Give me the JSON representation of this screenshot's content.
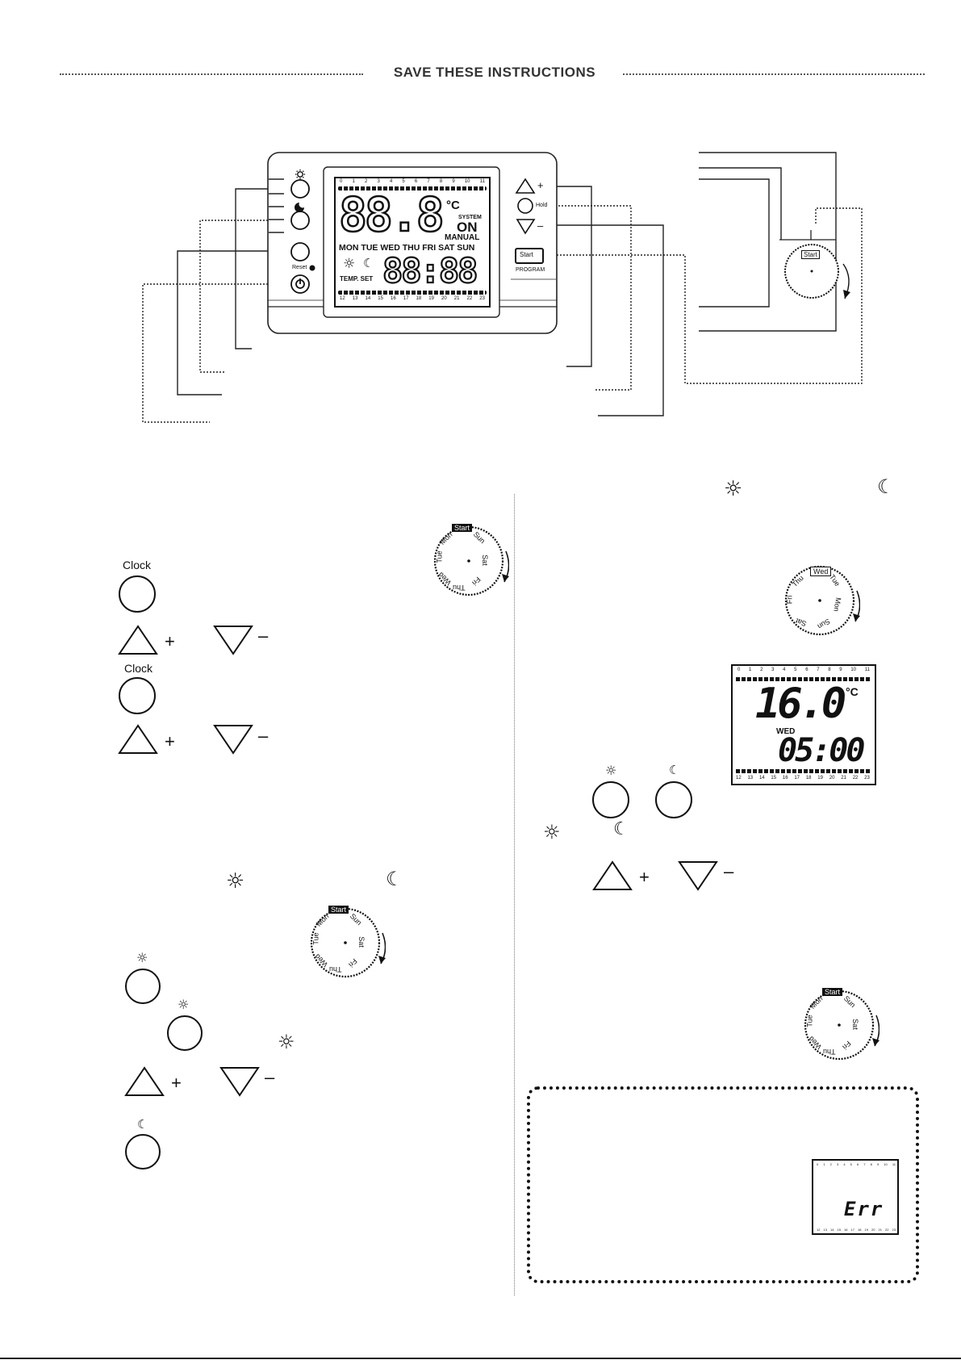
{
  "header": {
    "title": "SAVE THESE INSTRUCTIONS"
  },
  "device": {
    "lcd_hours_top": [
      "0",
      "1",
      "2",
      "3",
      "4",
      "5",
      "6",
      "7",
      "8",
      "9",
      "10",
      "11"
    ],
    "lcd_hours_bottom": [
      "12",
      "13",
      "14",
      "15",
      "16",
      "17",
      "18",
      "19",
      "20",
      "21",
      "22",
      "23"
    ],
    "lcd_temp": "88.8",
    "lcd_unit": "°C",
    "lcd_system": "SYSTEM",
    "lcd_on": "ON",
    "lcd_manual": "MANUAL",
    "lcd_days": "MON TUE WED THU FRI SAT SUN",
    "lcd_temp_set": "TEMP. SET",
    "lcd_time": "88:88",
    "reset_label": "Reset",
    "hold_label": "Hold",
    "start_label": "Start",
    "program_label": "PROGRAM",
    "plus": "+",
    "minus": "–"
  },
  "dial_default": {
    "start": "Start",
    "days": [
      "Sun",
      "Sat",
      "Fri",
      "Thu",
      "Wed",
      "Tue",
      "Mon"
    ]
  },
  "dial_wed": {
    "start": "Wed",
    "days": [
      "Tue",
      "Mon",
      "Sun",
      "Sat",
      "Fri",
      "Thu"
    ]
  },
  "left_col": {
    "clock_label_1": "Clock",
    "clock_label_2": "Clock",
    "plus": "+",
    "minus": "–"
  },
  "lcd_example": {
    "hours_top": [
      "0",
      "1",
      "2",
      "3",
      "4",
      "5",
      "6",
      "7",
      "8",
      "9",
      "10",
      "11"
    ],
    "hours_bottom": [
      "12",
      "13",
      "14",
      "15",
      "16",
      "17",
      "18",
      "19",
      "20",
      "21",
      "22",
      "23"
    ],
    "temp": "16.0",
    "unit": "°C",
    "day": "WED",
    "time": "05:00"
  },
  "err_lcd": {
    "hours_top": [
      "0",
      "1",
      "2",
      "3",
      "4",
      "5",
      "6",
      "7",
      "8",
      "9",
      "10",
      "11"
    ],
    "hours_bottom": [
      "12",
      "13",
      "14",
      "15",
      "16",
      "17",
      "18",
      "19",
      "20",
      "21",
      "22",
      "23"
    ],
    "text": "Err"
  },
  "colors": {
    "ink": "#111111",
    "paper": "#ffffff"
  }
}
